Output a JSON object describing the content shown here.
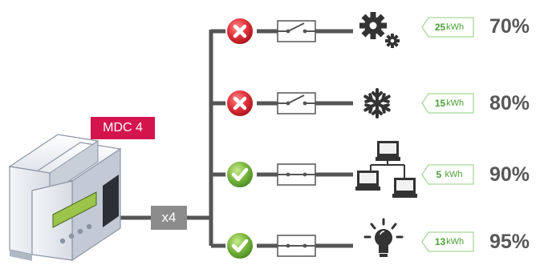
{
  "device": {
    "label": "MDC 4",
    "multiplier": "x4"
  },
  "circuits": [
    {
      "status": "off",
      "load_icon": "gears-icon",
      "energy_value": "25",
      "energy_unit": "kWh",
      "percent": "70%"
    },
    {
      "status": "off",
      "load_icon": "snowflake-icon",
      "energy_value": "15",
      "energy_unit": "kWh",
      "percent": "80%"
    },
    {
      "status": "on",
      "load_icon": "network-computers-icon",
      "energy_value": "5",
      "energy_unit": "kWh",
      "percent": "90%"
    },
    {
      "status": "on",
      "load_icon": "lightbulb-icon",
      "energy_value": "13",
      "energy_unit": "kWh",
      "percent": "95%"
    }
  ],
  "colors": {
    "line": "#555555",
    "off": "#d9363e",
    "on": "#6fae3a",
    "tag_mdc": "#d4144c",
    "tag_x4": "#8c8c8c",
    "energy_text": "#4aa036",
    "percent_text": "#575757"
  }
}
